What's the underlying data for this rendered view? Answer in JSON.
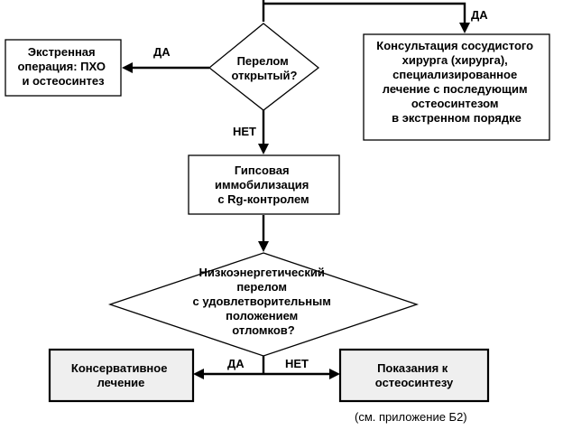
{
  "nodes": {
    "emergency_surgery": [
      "Экстренная",
      "операция: ПХО",
      "и остеосинтез"
    ],
    "open_fracture_question": [
      "Перелом",
      "открытый?"
    ],
    "vascular_consult": [
      "Консультация сосудистого",
      "хирурга (хирурга),",
      "специализированное",
      "лечение с последующим",
      "остеосинтезом",
      "в экстренном порядке"
    ],
    "cast_immobilization": [
      "Гипсовая",
      "иммобилизация",
      "с Rg-контролем"
    ],
    "low_energy_question": [
      "Низкоэнергетический",
      "перелом",
      "с удовлетворительным",
      "положением",
      "отломков?"
    ],
    "conservative_treatment": [
      "Консервативное",
      "лечение"
    ],
    "osteosynthesis_indications": [
      "Показания к",
      "остеосинтезу"
    ]
  },
  "edge_labels": {
    "yes_top": "ДА",
    "yes_left": "ДА",
    "no_down": "НЕТ",
    "yes_bottom": "ДА",
    "no_bottom": "НЕТ"
  },
  "footnote": "(см. приложение Б2)"
}
